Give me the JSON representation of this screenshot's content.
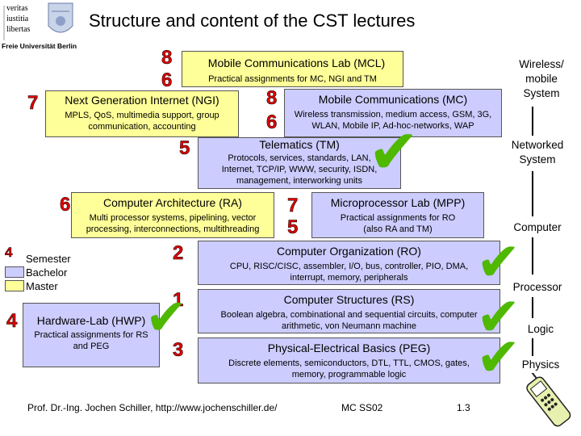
{
  "header": {
    "title": "Structure and content of the CST lectures",
    "logo_lines": [
      "veritas",
      "iustitia",
      "libertas"
    ],
    "logo_caption": "Freie Universität Berlin"
  },
  "boxes": {
    "mcl": {
      "title": "Mobile Communications Lab (MCL)",
      "desc": "Practical assignments for MC, NGI and TM",
      "numbers": [
        "8",
        "6"
      ]
    },
    "ngi": {
      "title": "Next Generation Internet (NGI)",
      "desc": [
        "MPLS, QoS, multimedia support, group",
        "communication, accounting"
      ],
      "number": "7"
    },
    "mc": {
      "title": "Mobile Communications (MC)",
      "desc": [
        "Wireless transmission, medium access, GSM, 3G,",
        "WLAN, Mobile IP, Ad-hoc-networks, WAP"
      ],
      "numbers": [
        "8",
        "6"
      ]
    },
    "tm": {
      "title": "Telematics (TM)",
      "desc": [
        "Protocols, services, standards, LAN,",
        "Internet, TCP/IP, WWW, security, ISDN,",
        "management, interworking units"
      ],
      "number": "5"
    },
    "ra": {
      "title": "Computer Architecture (RA)",
      "desc": [
        "Multi processor systems, pipelining, vector",
        "processing, interconnections, multithreading"
      ],
      "number": "6"
    },
    "mpp": {
      "title": "Microprocessor Lab (MPP)",
      "desc": [
        "Practical assignments for RO",
        "(also RA and TM)"
      ],
      "numbers": [
        "7",
        "5"
      ]
    },
    "ro": {
      "title": "Computer Organization (RO)",
      "desc": [
        "CPU, RISC/CISC, assembler, I/O, bus, controller, PIO, DMA,",
        "interrupt, memory, peripherals"
      ],
      "number": "2"
    },
    "rs": {
      "title": "Computer Structures (RS)",
      "desc": [
        "Boolean algebra, combinational and sequential circuits, computer",
        "arithmetic, von Neumann machine"
      ],
      "number": "1"
    },
    "hwp": {
      "title": "Hardware-Lab (HWP)",
      "desc": [
        "Practical assignments for RS",
        "and PEG"
      ],
      "number": "4"
    },
    "peg": {
      "title": "Physical-Electrical Basics (PEG)",
      "desc": [
        "Discrete elements, semiconductors, DTL, TTL, CMOS, gates,",
        "memory, programmable logic"
      ],
      "number": "3"
    }
  },
  "legend": {
    "number": "4",
    "items": [
      {
        "label": "Semester",
        "color": "#ffffff"
      },
      {
        "label": "Bachelor",
        "color": "#ccccff"
      },
      {
        "label": "Master",
        "color": "#ffff99"
      }
    ]
  },
  "levels": {
    "wireless": [
      "Wireless/",
      "mobile",
      "System"
    ],
    "networked": [
      "Networked",
      "System"
    ],
    "computer": "Computer",
    "processor": "Processor",
    "logic": "Logic",
    "physics": "Physics"
  },
  "checkmark": "✔",
  "footer": {
    "author": "Prof. Dr.-Ing. Jochen Schiller, http://www.jochenschiller.de/",
    "course": "MC SS02",
    "page": "1.3"
  },
  "colors": {
    "bachelor": "#ccccff",
    "master": "#ffff99",
    "number": "#e00000",
    "check": "#4fb800"
  }
}
